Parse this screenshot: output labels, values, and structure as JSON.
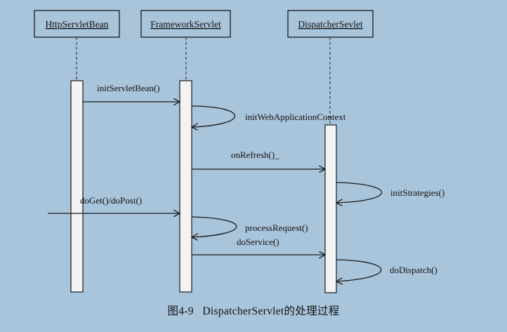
{
  "participants": {
    "http_servlet_bean": "HttpServletBean",
    "framework_servlet": "FrameworkServlet",
    "dispatcher_servlet": "DispatcherSevlet"
  },
  "messages": {
    "init_servlet_bean": "initServletBean()",
    "init_web_application_context": "initWebApplicationContext",
    "on_refresh": "onRefresh()_",
    "init_strategies": "initStrategies()",
    "do_get_do_post": "doGet()/doPost()",
    "process_request": "processRequest()",
    "do_service": "doService()",
    "do_dispatch": "doDispatch()"
  },
  "caption": "图4-9   DispatcherServlet的处理过程"
}
